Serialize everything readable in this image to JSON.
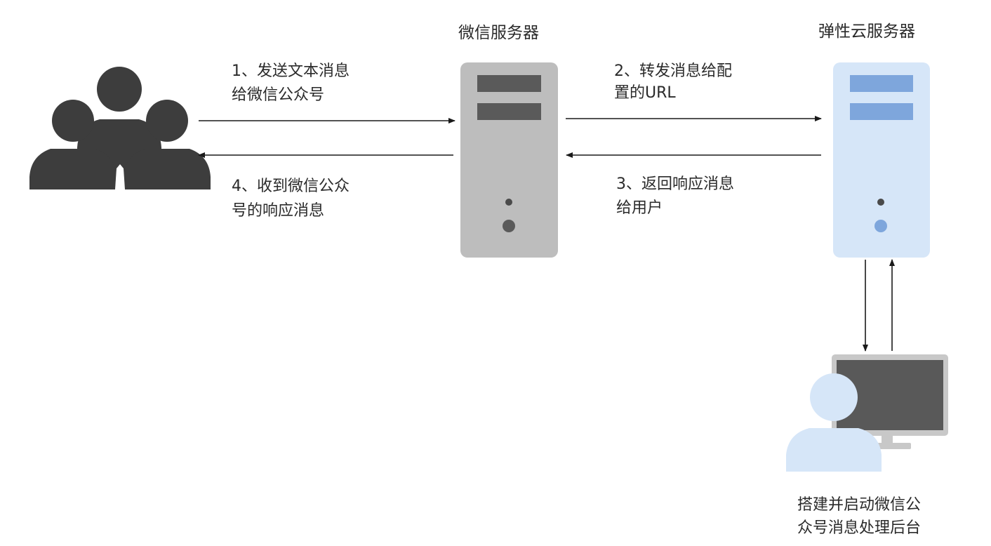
{
  "nodes": {
    "wechat_server": {
      "title": "微信服务器"
    },
    "ecs_server": {
      "title": "弹性云服务器"
    },
    "developer": {
      "caption_line1": "搭建并启动微信公",
      "caption_line2": "众号消息处理后台"
    }
  },
  "steps": {
    "step1": {
      "line1": "1、发送文本消息",
      "line2": "给微信公众号"
    },
    "step2": {
      "line1": "2、转发消息给配",
      "line2": "置的URL"
    },
    "step3": {
      "line1": "3、返回响应消息",
      "line2": "给用户"
    },
    "step4": {
      "line1": "4、收到微信公众",
      "line2": "号的响应消息"
    }
  },
  "colors": {
    "users_icon": "#3d3d3d",
    "wechat_server_body": "#bdbdbd",
    "wechat_server_detail": "#5a5a5a",
    "ecs_server_body": "#d6e6f8",
    "ecs_server_detail": "#7ea6dc",
    "developer_person": "#d6e6f8",
    "monitor_frame": "#c8c8c8",
    "monitor_screen": "#595959",
    "arrow": "#1a1a1a"
  },
  "icons": {
    "users": "users-group-icon",
    "wechat_server": "server-icon",
    "ecs_server": "server-icon",
    "developer": "developer-at-monitor-icon"
  }
}
